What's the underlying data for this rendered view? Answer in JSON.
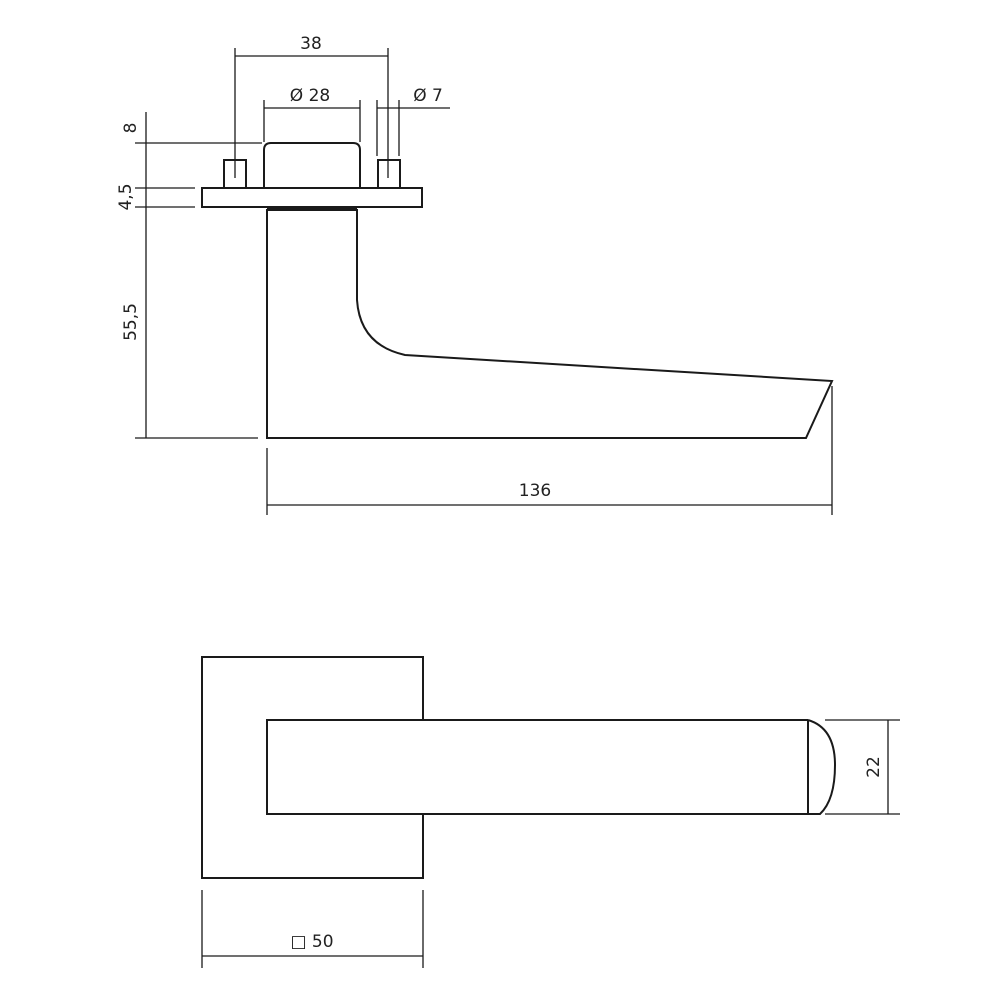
{
  "dimensions": {
    "pin_spacing": "38",
    "rose_diameter": "Ø 28",
    "pin_diameter": "Ø 7",
    "rose_height": "8",
    "plate_thickness": "4,5",
    "lever_height": "55,5",
    "lever_length": "136",
    "lever_width": "22",
    "plate_size": "□ 50"
  },
  "line_color": "#1a1a1a"
}
